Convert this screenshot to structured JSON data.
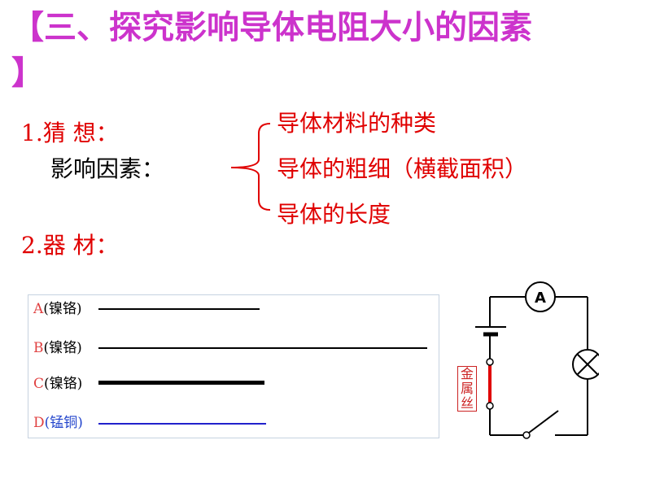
{
  "title": {
    "line1": "【三、探究影响导体电阻大小的因素",
    "line2": "】",
    "color": "#cc33cc"
  },
  "q1": {
    "label": "1.猜  想：",
    "sub": "影响因素：",
    "options": [
      "导体材料的种类",
      "导体的粗细（横截面积）",
      "导体的长度"
    ]
  },
  "q2": {
    "label": "2.器  材："
  },
  "wires": [
    {
      "letter": "A",
      "material": "(镍铬)",
      "length_ratio": 0.6,
      "thickness": "normal",
      "color": "#000000"
    },
    {
      "letter": "B",
      "material": "(镍铬)",
      "length_ratio": 1.0,
      "thickness": "normal",
      "color": "#000000"
    },
    {
      "letter": "C",
      "material": "(镍铬)",
      "length_ratio": 0.6,
      "thickness": "thick",
      "color": "#000000"
    },
    {
      "letter": "D",
      "material": "(锰铜)",
      "length_ratio": 0.6,
      "thickness": "normal",
      "color": "#2222cc"
    }
  ],
  "circuit": {
    "ammeter": "A",
    "metal_wire_label": "金属丝"
  },
  "colors": {
    "red": "#e00000",
    "label_red": "#e04040",
    "label_blue": "#2244cc",
    "box_border": "#c6d2e0"
  }
}
